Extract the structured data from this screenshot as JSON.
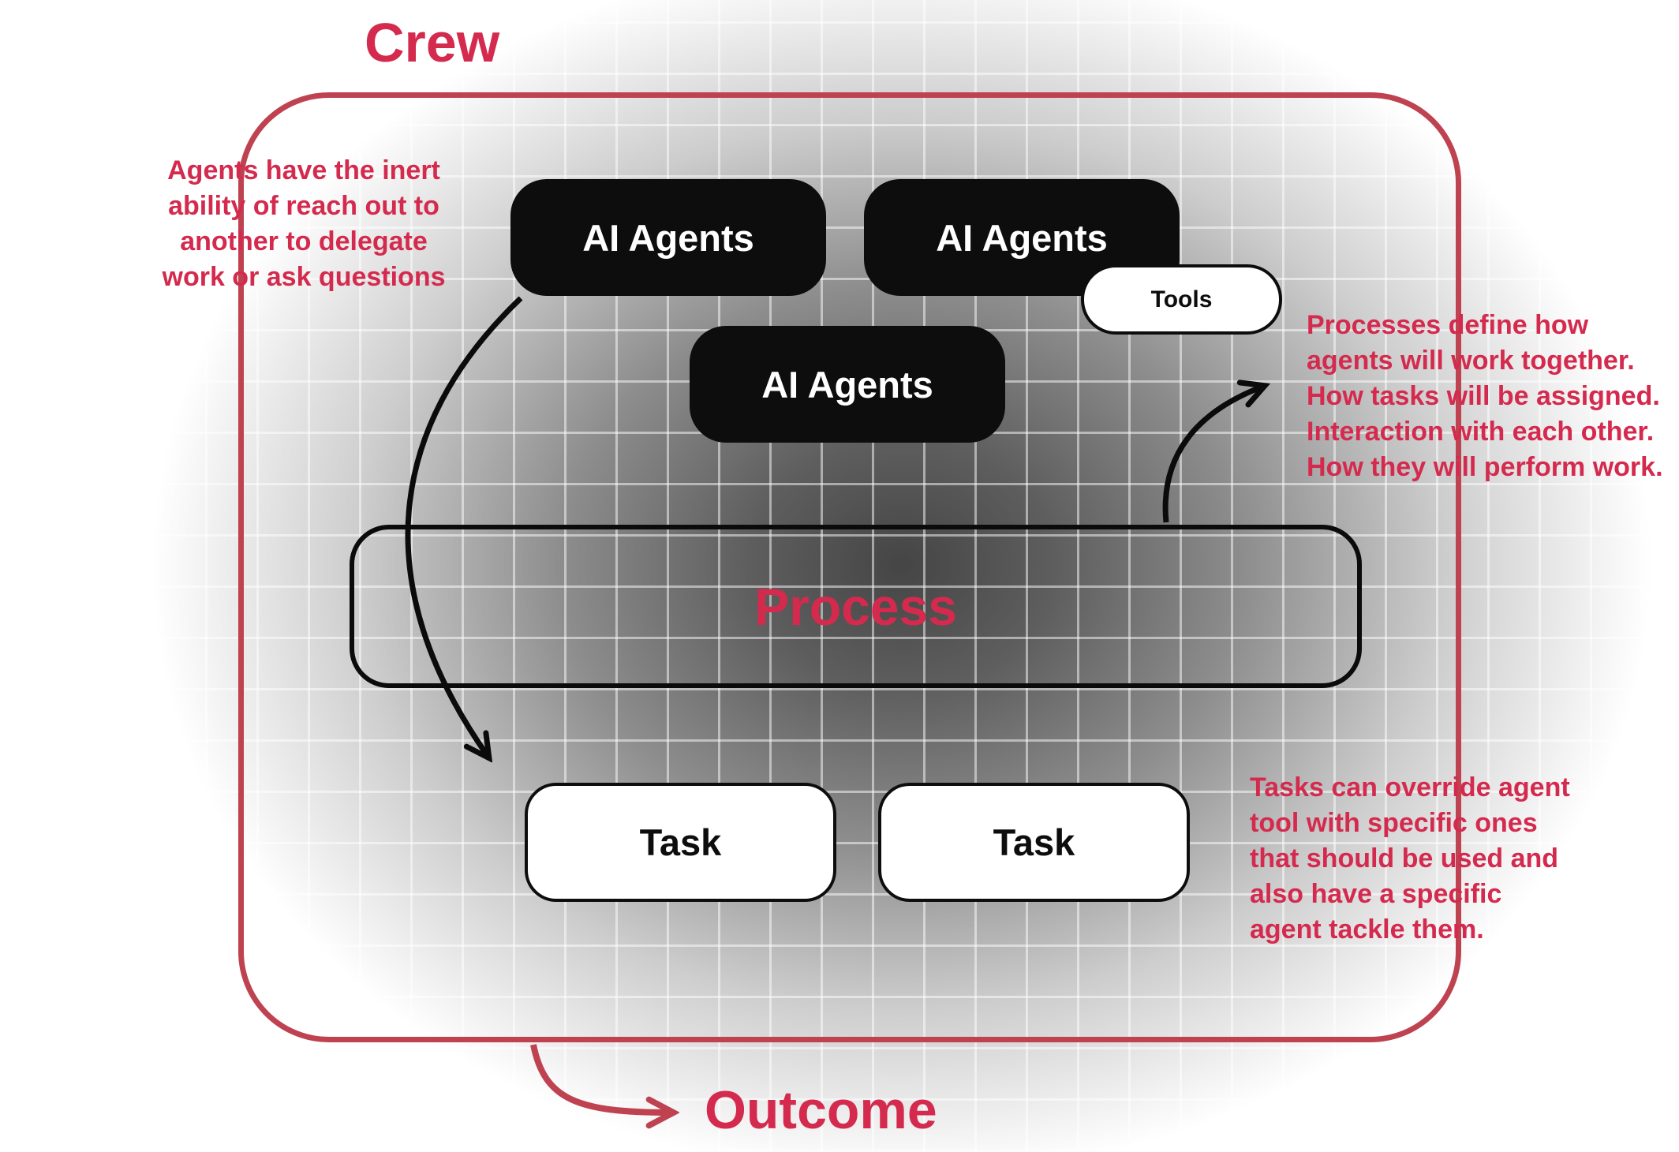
{
  "diagram": {
    "crew_label": "Crew",
    "outcome_label": "Outcome",
    "agents": [
      {
        "label": "AI Agents"
      },
      {
        "label": "AI Agents"
      },
      {
        "label": "AI Agents"
      }
    ],
    "tools_label": "Tools",
    "process_label": "Process",
    "tasks": [
      {
        "label": "Task"
      },
      {
        "label": "Task"
      }
    ],
    "annotations": {
      "left": "Agents have the inert\nability of reach out to\nanother to delegate\nwork or ask questions",
      "right_top": "Processes define how\nagents will work together.\nHow tasks will be assigned.\nInteraction with each other.\nHow they will perform work.",
      "right_bottom": "Tasks can override agent\ntool with specific ones\nthat should be used and\nalso have a specific\nagent tackle them."
    },
    "colors": {
      "accent": "#d42a4e",
      "border_red": "#bf4251",
      "box_black": "#0d0d0d"
    }
  }
}
